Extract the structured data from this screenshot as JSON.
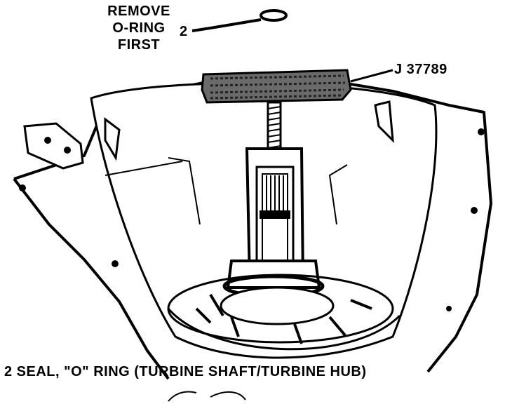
{
  "labels": {
    "remove_line1": "REMOVE",
    "remove_line2": "O-RING",
    "remove_line3": "FIRST",
    "callout_number": "2",
    "tool_number": "J 37789"
  },
  "caption": "2  SEAL, \"O\" RING (TURBINE SHAFT/TURBINE HUB)",
  "colors": {
    "ink": "#000000",
    "paper": "#ffffff"
  }
}
